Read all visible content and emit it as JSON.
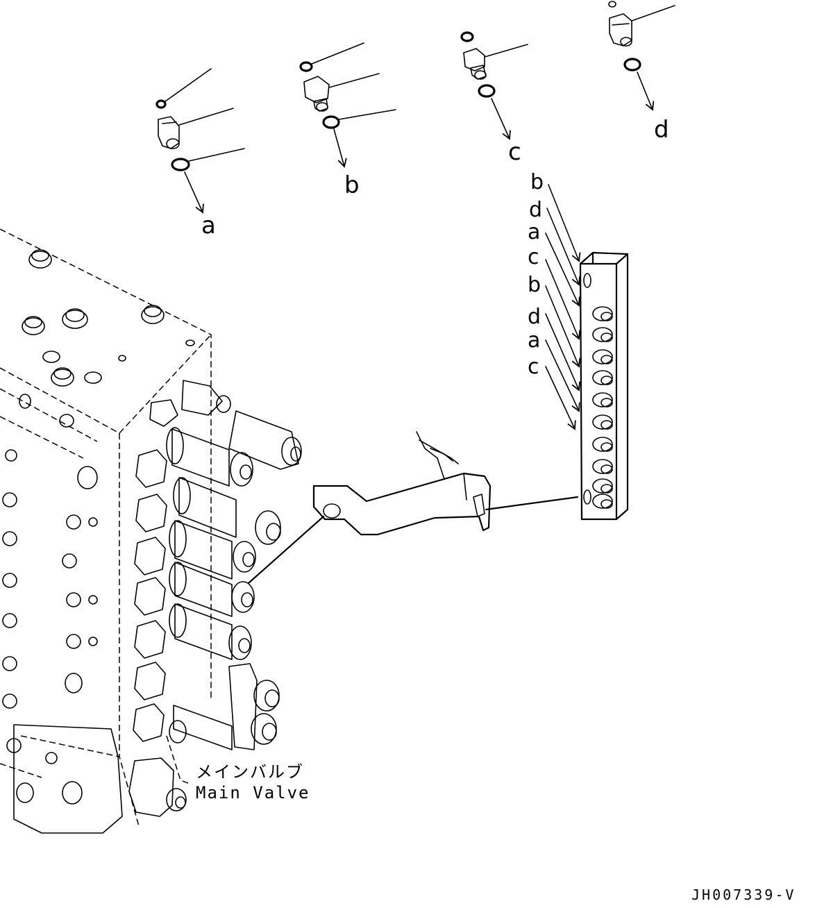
{
  "labels": {
    "a": "a",
    "b": "b",
    "c": "c",
    "d": "d"
  },
  "port_labels": [
    "b",
    "d",
    "a",
    "c",
    "b",
    "d",
    "a",
    "c"
  ],
  "caption": {
    "japanese": "メインバルブ",
    "english": "Main Valve"
  },
  "drawing_code": "JH007339-V"
}
